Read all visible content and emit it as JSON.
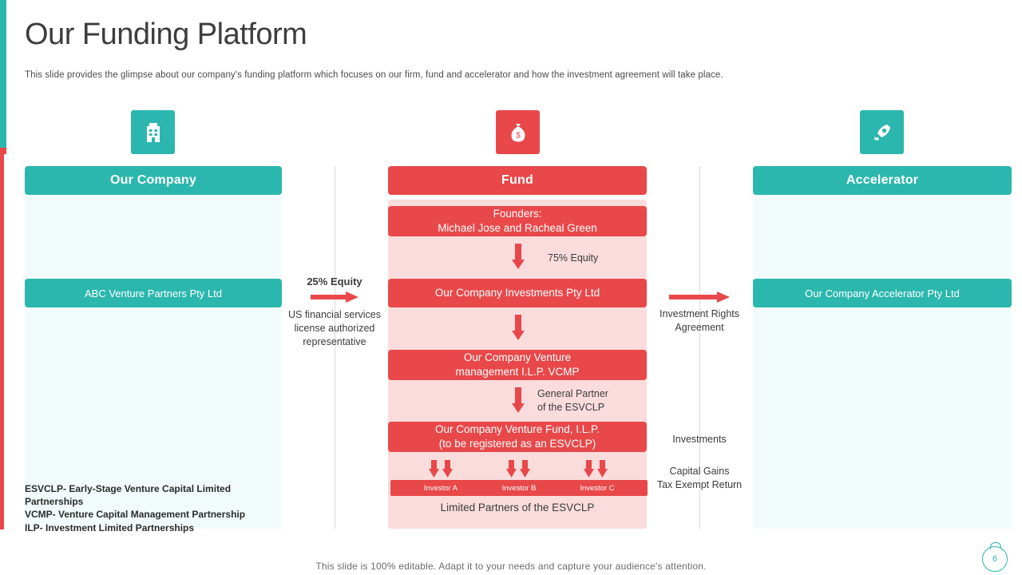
{
  "page": {
    "title": "Our Funding Platform",
    "subtitle": "This slide provides the glimpse about our company's funding platform which focuses on our firm, fund and accelerator and how the investment agreement will take place.",
    "footer": "This slide is 100% editable. Adapt it to your needs and capture your audience's attention.",
    "page_number": "6"
  },
  "colors": {
    "teal": "#2cb7ae",
    "red": "#e8484a",
    "light_red": "#fadcdc",
    "light_teal": "#f2fbfb"
  },
  "columns": [
    {
      "id": "company",
      "icon": "building-icon",
      "header": "Our Company",
      "header_color": "#2cb7ae",
      "pill": "ABC Venture Partners Pty Ltd"
    },
    {
      "id": "fund",
      "icon": "money-bag-icon",
      "header": "Fund",
      "header_color": "#e8484a"
    },
    {
      "id": "accelerator",
      "icon": "rocket-icon",
      "header": "Accelerator",
      "header_color": "#2cb7ae",
      "pill": "Our Company Accelerator Pty Ltd"
    }
  ],
  "fund": {
    "bars": [
      {
        "text": "Founders:\nMichael Jose and Racheal Green"
      },
      {
        "text": "Our Company Investments Pty Ltd"
      },
      {
        "text": "Our Company Venture\nmanagement I.L.P. VCMP"
      },
      {
        "text": "Our Company Venture Fund, I.L.P.\n(to be registered as an ESVCLP)"
      }
    ],
    "arrow_labels": [
      "75% Equity",
      "",
      "General Partner\nof the ESVCLP"
    ],
    "investors": [
      "Investor A",
      "Investor B",
      "Investor C"
    ],
    "limited_partners": "Limited Partners of the ESVCLP"
  },
  "left_connector": {
    "equity": "25% Equity",
    "note": "US financial services\nlicense authorized\nrepresentative"
  },
  "right_connector": {
    "agreement": "Investment Rights\nAgreement",
    "investments": "Investments",
    "returns": "Capital Gains\nTax Exempt Return"
  },
  "legend": "ESVCLP- Early-Stage Venture Capital Limited Partnerships\nVCMP- Venture Capital Management Partnership\nILP- Investment Limited Partnerships"
}
